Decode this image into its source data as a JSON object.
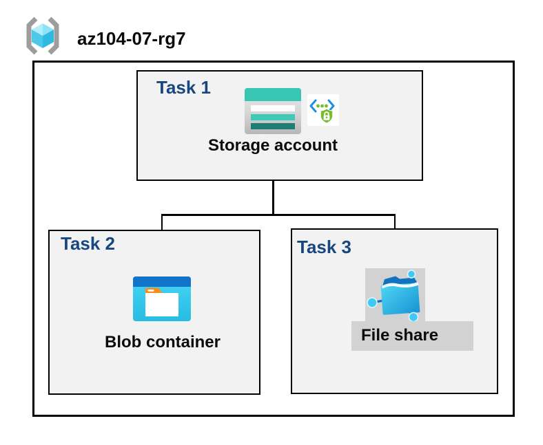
{
  "resource_group": {
    "name": "az104-07-rg7",
    "icon": "resource-group-icon"
  },
  "tasks": [
    {
      "label": "Task 1",
      "resource": "Storage account",
      "icons": [
        "storage-account-icon",
        "sas-secure-access-icon"
      ]
    },
    {
      "label": "Task 2",
      "resource": "Blob container",
      "icons": [
        "blob-container-icon"
      ]
    },
    {
      "label": "Task 3",
      "resource": "File share",
      "icons": [
        "file-share-icon"
      ]
    }
  ],
  "connections": [
    {
      "from": "Storage account",
      "to": "Blob container"
    },
    {
      "from": "Storage account",
      "to": "File share"
    }
  ],
  "colors": {
    "task_label_blue": "#17477e",
    "task_box_bg": "#f2f2f2",
    "outline_black": "#000000",
    "selection_gray": "#d2d2d2",
    "storage_teal": "#37c6b4",
    "storage_teal_dark": "#207d73",
    "blob_header_blue": "#1173ca",
    "blob_body_cyan": "#38cdee",
    "folder_tab_orange": "#f78e1e",
    "file_share_blue": "#2bb0e2",
    "sas_bracket_blue": "#1b90e0",
    "sas_shield_green": "#76bc2d",
    "rg_bracket_gray": "#9d9d9d",
    "rg_cube_cyan": "#4cc8ea"
  }
}
